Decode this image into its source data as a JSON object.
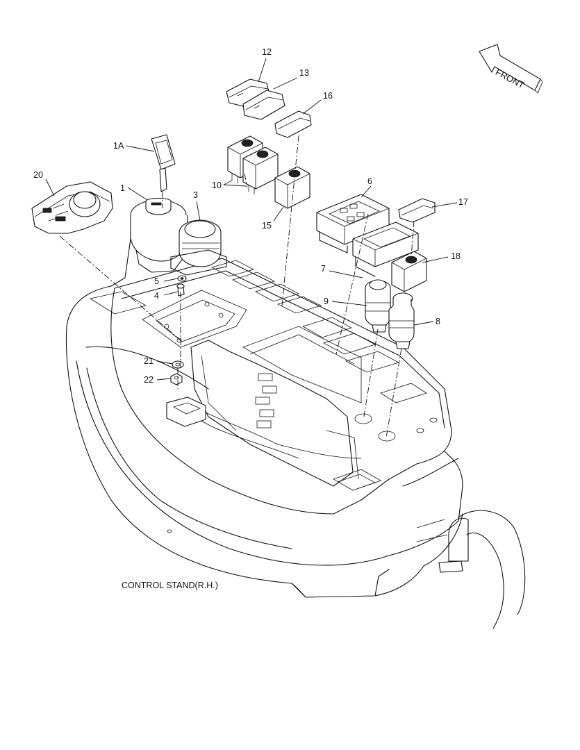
{
  "caption": "CONTROL STAND(R.H.)",
  "direction": "FRONT",
  "callouts": [
    {
      "id": "c12",
      "text": "12"
    },
    {
      "id": "c13",
      "text": "13"
    },
    {
      "id": "c16",
      "text": "16"
    },
    {
      "id": "c1A",
      "text": "1A"
    },
    {
      "id": "c20",
      "text": "20"
    },
    {
      "id": "c1",
      "text": "1"
    },
    {
      "id": "c3",
      "text": "3"
    },
    {
      "id": "c10",
      "text": "10"
    },
    {
      "id": "c6",
      "text": "6"
    },
    {
      "id": "c17",
      "text": "17"
    },
    {
      "id": "c15",
      "text": "15"
    },
    {
      "id": "c18",
      "text": "18"
    },
    {
      "id": "c7",
      "text": "7"
    },
    {
      "id": "c5",
      "text": "5"
    },
    {
      "id": "c4",
      "text": "4"
    },
    {
      "id": "c9",
      "text": "9"
    },
    {
      "id": "c8",
      "text": "8"
    },
    {
      "id": "c21",
      "text": "21"
    },
    {
      "id": "c22",
      "text": "22"
    }
  ]
}
